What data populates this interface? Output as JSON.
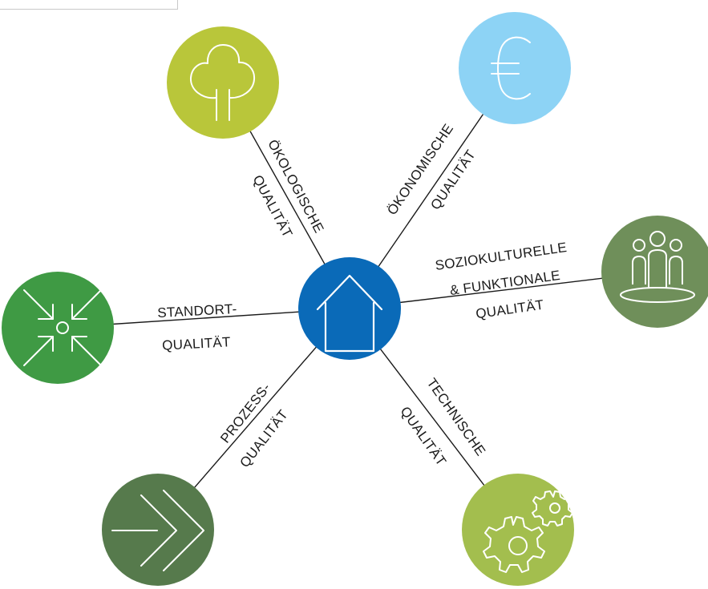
{
  "diagram": {
    "center": {
      "icon": "house-icon",
      "color": "#0a6ab8"
    },
    "nodes": [
      {
        "id": "oekologisch",
        "icon": "tree-icon",
        "color": "#b9c63a",
        "label_lines": [
          "ÖKOLOGISCHE",
          "QUALITÄT"
        ]
      },
      {
        "id": "oekonomisch",
        "icon": "euro-icon",
        "color": "#8dd3f5",
        "label_lines": [
          "ÖKONOMISCHE",
          "QUALITÄT"
        ]
      },
      {
        "id": "soziokulturell",
        "icon": "people-icon",
        "color": "#6f8f5a",
        "label_lines": [
          "SOZIOKULTURELLE",
          "& FUNKTIONALE",
          "QUALITÄT"
        ]
      },
      {
        "id": "technisch",
        "icon": "gears-icon",
        "color": "#a3be4e",
        "label_lines": [
          "TECHNISCHE",
          "QUALITÄT"
        ]
      },
      {
        "id": "prozess",
        "icon": "arrows-icon",
        "color": "#567a4c",
        "label_lines": [
          "PROZESS-",
          "QUALITÄT"
        ]
      },
      {
        "id": "standort",
        "icon": "compress-arrows-icon",
        "color": "#3f9a44",
        "label_lines": [
          "STANDORT-",
          "QUALITÄT"
        ]
      }
    ]
  }
}
